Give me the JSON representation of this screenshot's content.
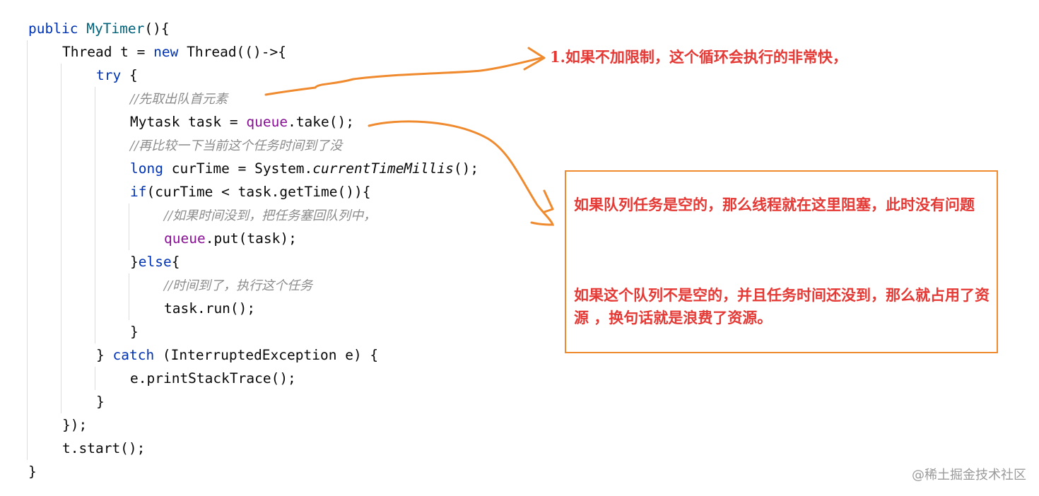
{
  "code_lines": [
    {
      "indent": 0,
      "tokens": [
        {
          "t": "public",
          "c": "kw"
        },
        {
          "t": " ",
          "c": ""
        },
        {
          "t": "MyTimer",
          "c": "fn"
        },
        {
          "t": "(){",
          "c": ""
        }
      ]
    },
    {
      "indent": 1,
      "tokens": [
        {
          "t": "Thread t = ",
          "c": ""
        },
        {
          "t": "new",
          "c": "kw"
        },
        {
          "t": " Thread(()->{",
          "c": ""
        }
      ]
    },
    {
      "indent": 2,
      "tokens": [
        {
          "t": "try",
          "c": "kw"
        },
        {
          "t": " {",
          "c": ""
        }
      ]
    },
    {
      "indent": 3,
      "tokens": [
        {
          "t": "//先取出队首元素",
          "c": "cmt"
        }
      ]
    },
    {
      "indent": 3,
      "tokens": [
        {
          "t": "Mytask task = ",
          "c": ""
        },
        {
          "t": "queue",
          "c": "fld"
        },
        {
          "t": ".take();",
          "c": ""
        }
      ]
    },
    {
      "indent": 3,
      "tokens": [
        {
          "t": "//再比较一下当前这个任务时间到了没",
          "c": "cmt"
        }
      ]
    },
    {
      "indent": 3,
      "tokens": [
        {
          "t": "long",
          "c": "kw"
        },
        {
          "t": " curTime = System.",
          "c": ""
        },
        {
          "t": "currentTimeMillis",
          "c": "itm"
        },
        {
          "t": "();",
          "c": ""
        }
      ]
    },
    {
      "indent": 3,
      "tokens": [
        {
          "t": "if",
          "c": "kw"
        },
        {
          "t": "(curTime < task.getTime()){",
          "c": ""
        }
      ]
    },
    {
      "indent": 4,
      "tokens": [
        {
          "t": "//如果时间没到，把任务塞回队列中，",
          "c": "cmt"
        }
      ]
    },
    {
      "indent": 4,
      "tokens": [
        {
          "t": "queue",
          "c": "fld"
        },
        {
          "t": ".put(task);",
          "c": ""
        }
      ]
    },
    {
      "indent": 3,
      "tokens": [
        {
          "t": "}",
          "c": ""
        },
        {
          "t": "else",
          "c": "kw"
        },
        {
          "t": "{",
          "c": ""
        }
      ]
    },
    {
      "indent": 4,
      "tokens": [
        {
          "t": "//时间到了，执行这个任务",
          "c": "cmt"
        }
      ]
    },
    {
      "indent": 4,
      "tokens": [
        {
          "t": "task.run();",
          "c": ""
        }
      ]
    },
    {
      "indent": 3,
      "tokens": [
        {
          "t": "}",
          "c": ""
        }
      ]
    },
    {
      "indent": 2,
      "tokens": [
        {
          "t": "} ",
          "c": ""
        },
        {
          "t": "catch",
          "c": "kw"
        },
        {
          "t": " (InterruptedException e) {",
          "c": ""
        }
      ]
    },
    {
      "indent": 3,
      "tokens": [
        {
          "t": "e.printStackTrace();",
          "c": ""
        }
      ]
    },
    {
      "indent": 2,
      "tokens": [
        {
          "t": "}",
          "c": ""
        }
      ]
    },
    {
      "indent": 1,
      "tokens": [
        {
          "t": "});",
          "c": ""
        }
      ]
    },
    {
      "indent": 1,
      "tokens": [
        {
          "t": "t.start();",
          "c": ""
        }
      ]
    },
    {
      "indent": 0,
      "tokens": [
        {
          "t": "}",
          "c": ""
        }
      ]
    }
  ],
  "annotation_1": "1.如果不加限制，这个循环会执行的非常快，",
  "note_box": {
    "para_1": "如果队列任务是空的，那么线程就在这里阻塞，此时没有问题",
    "para_2": "如果这个队列不是空的，并且任务时间还没到，那么就占用了资源 ，换句话就是浪费了资源。"
  },
  "watermark": "@稀土掘金技术社区",
  "colors": {
    "keyword": "#0033b3",
    "method": "#00627a",
    "field": "#871094",
    "comment": "#8c8c8c",
    "annotation_text": "#e53935",
    "arrow": "#f08a2e"
  }
}
